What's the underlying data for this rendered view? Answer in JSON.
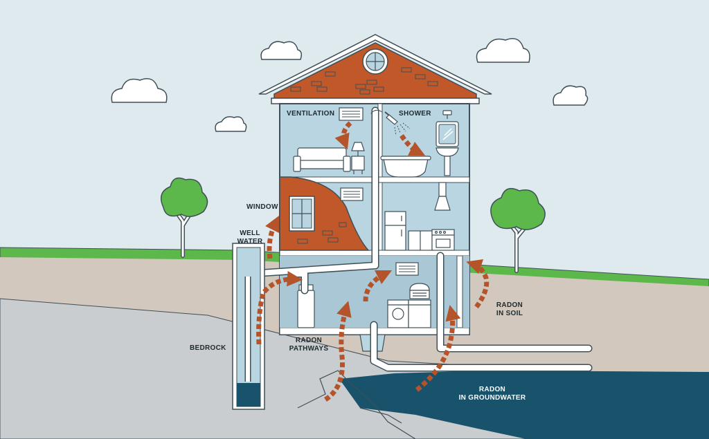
{
  "labels": {
    "ventilation": "VENTILATION",
    "shower": "SHOWER",
    "window": "WINDOW",
    "well_water_1": "WELL",
    "well_water_2": "WATER",
    "bedrock": "BEDROCK",
    "radon_pathways_1": "RADON",
    "radon_pathways_2": "PATHWAYS",
    "radon_in_soil_1": "RADON",
    "radon_in_soil_2": "IN SOIL",
    "radon_in_groundwater_1": "RADON",
    "radon_in_groundwater_2": "IN GROUNDWATER"
  },
  "colors": {
    "sky": "#dfeaef",
    "grass": "#5cb84a",
    "soil": "#d2c8bd",
    "bedrock": "#c9cdcf",
    "groundwater": "#19526b",
    "brick": "#c0582a",
    "arrow": "#b5532a",
    "outline": "#3f4f57",
    "interior": "#b8d5e1",
    "pipe": "#ffffff"
  },
  "icons": [
    "cloud-icon",
    "tree-icon",
    "sofa-icon",
    "lamp-icon",
    "vent-icon",
    "shower-head-icon",
    "bathtub-icon",
    "mirror-icon",
    "sink-icon",
    "faucet-icon",
    "window-icon",
    "fridge-icon",
    "stove-icon",
    "range-hood-icon",
    "washer-icon",
    "laundry-basket-icon",
    "water-heater-icon",
    "round-window-icon"
  ]
}
